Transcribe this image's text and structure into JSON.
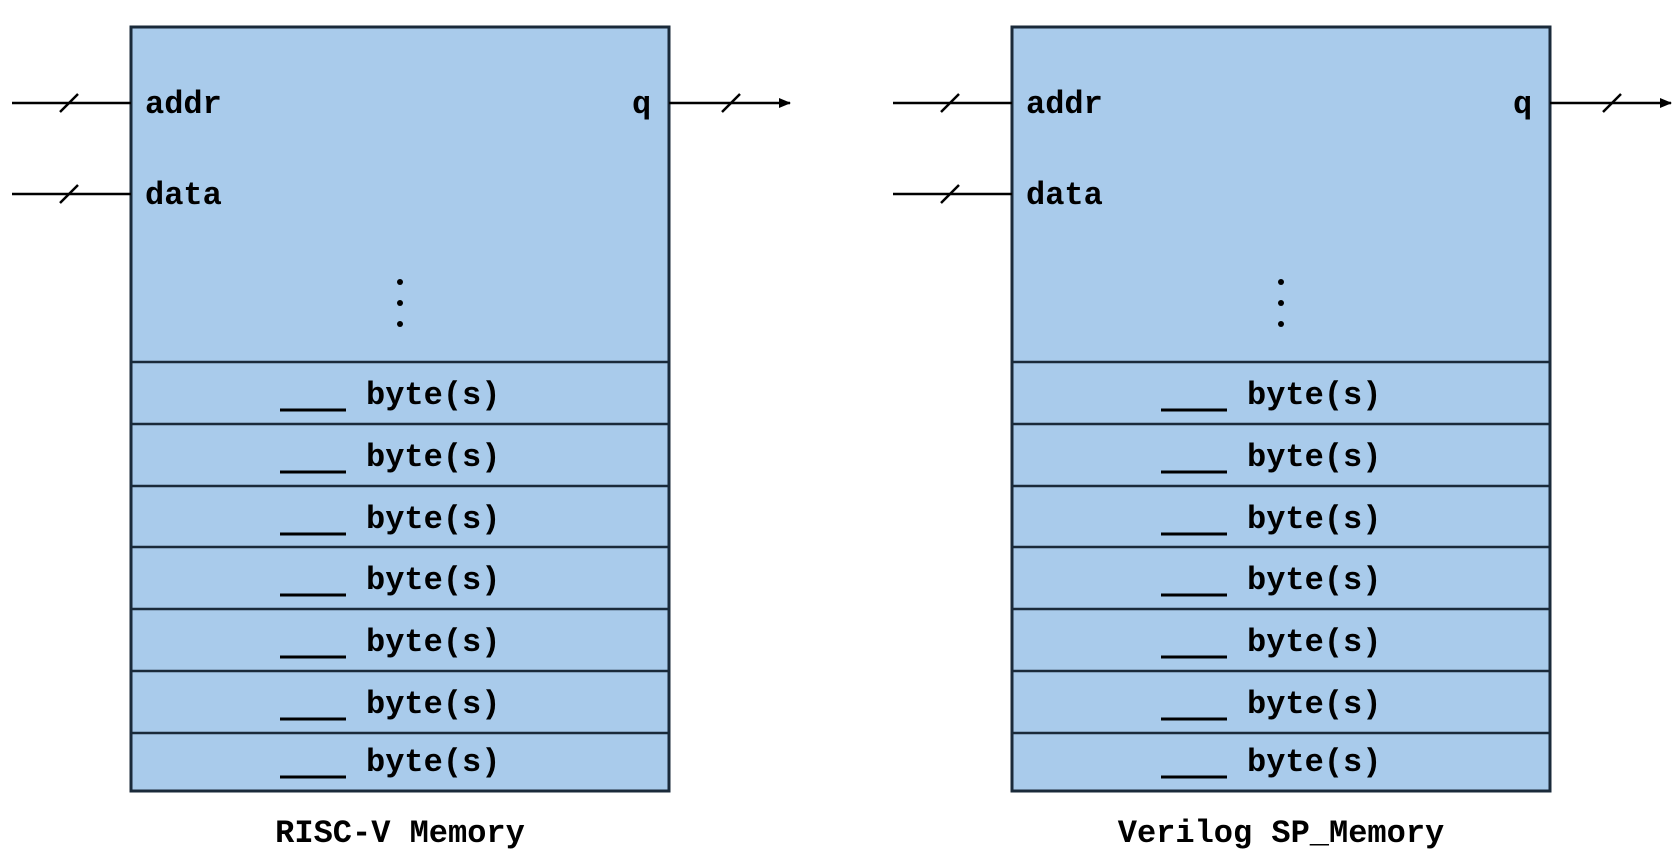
{
  "colors": {
    "block_fill": "#a9cbeb",
    "block_stroke": "#1a2a3a",
    "line": "#000000"
  },
  "memories": [
    {
      "caption": "RISC-V Memory",
      "ports": {
        "addr": "addr",
        "data": "data",
        "q": "q"
      },
      "ellipsis": ":",
      "rows": [
        "byte(s)",
        "byte(s)",
        "byte(s)",
        "byte(s)",
        "byte(s)",
        "byte(s)",
        "byte(s)"
      ]
    },
    {
      "caption": "Verilog SP_Memory",
      "ports": {
        "addr": "addr",
        "data": "data",
        "q": "q"
      },
      "ellipsis": ":",
      "rows": [
        "byte(s)",
        "byte(s)",
        "byte(s)",
        "byte(s)",
        "byte(s)",
        "byte(s)",
        "byte(s)"
      ]
    }
  ]
}
